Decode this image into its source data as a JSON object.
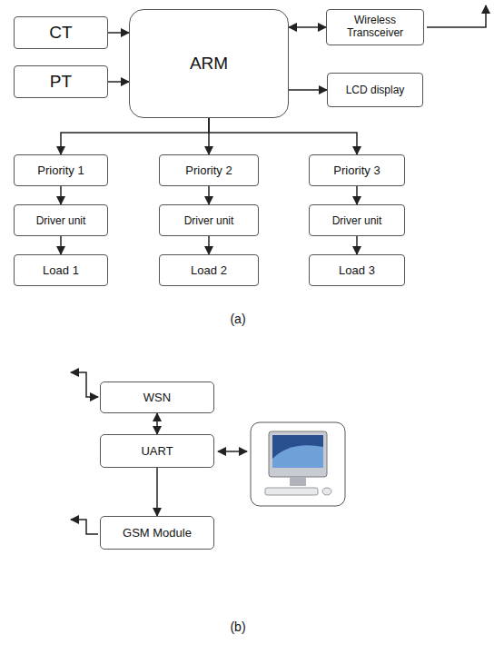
{
  "diagram": {
    "nodes": [
      {
        "text": [
          "CT"
        ]
      },
      {
        "text": [
          "PT"
        ]
      },
      {
        "text": [
          "ARM"
        ]
      },
      {
        "text": [
          "Wireless Transceiver"
        ]
      },
      {
        "text": [
          "LCD display"
        ]
      },
      {
        "text": [
          "Priority 1"
        ]
      },
      {
        "text": [
          "Priority 2"
        ]
      },
      {
        "text": [
          "Priority 3"
        ]
      },
      {
        "text": [
          "Driver unit"
        ]
      },
      {
        "text": [
          "Driver unit"
        ]
      },
      {
        "text": [
          "Driver unit"
        ]
      },
      {
        "text": [
          "Load 1"
        ]
      },
      {
        "text": [
          "Load 2"
        ]
      },
      {
        "text": [
          "Load 3"
        ]
      },
      {
        "text": [
          "WSN"
        ]
      },
      {
        "text": [
          "UART"
        ]
      },
      {
        "text": [
          "GSM Module"
        ]
      }
    ],
    "edges": [
      {
        "from": 0,
        "to": 2,
        "arrow": "to"
      },
      {
        "from": 1,
        "to": 2,
        "arrow": "to"
      },
      {
        "from": 2,
        "to": 3,
        "arrow": "both"
      },
      {
        "from": 2,
        "to": 4,
        "arrow": "to"
      },
      {
        "from": 2,
        "to": 5,
        "arrow": "to"
      },
      {
        "from": 2,
        "to": 6,
        "arrow": "to"
      },
      {
        "from": 2,
        "to": 7,
        "arrow": "to"
      },
      {
        "from": 5,
        "to": 8,
        "arrow": "to"
      },
      {
        "from": 6,
        "to": 9,
        "arrow": "to"
      },
      {
        "from": 7,
        "to": 10,
        "arrow": "to"
      },
      {
        "from": 8,
        "to": 11,
        "arrow": "to"
      },
      {
        "from": 9,
        "to": 12,
        "arrow": "to"
      },
      {
        "from": 10,
        "to": 13,
        "arrow": "to"
      },
      {
        "from": 14,
        "to": 15,
        "arrow": "both"
      },
      {
        "from": 15,
        "to": 16,
        "arrow": "to"
      }
    ],
    "labels": [
      "(a)",
      "(b)"
    ]
  }
}
